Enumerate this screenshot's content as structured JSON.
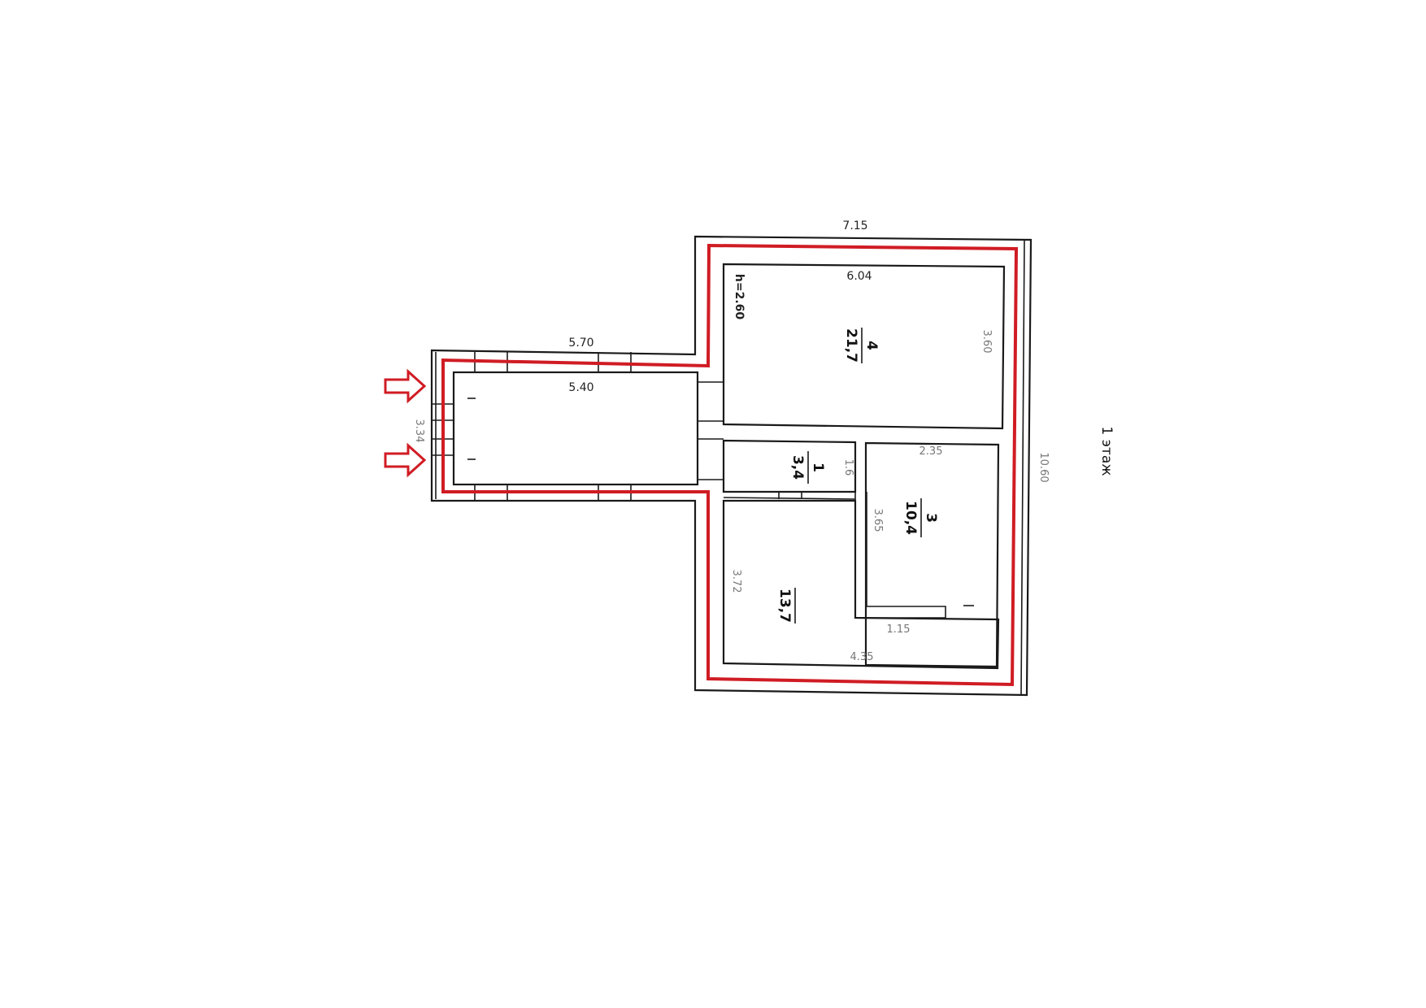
{
  "plan": {
    "floor_label": "1 этаж",
    "height_label": "h=2.60",
    "dims": {
      "top_outer": "7.15",
      "top_inner": "6.04",
      "corridor_outer": "5.70",
      "corridor_inner": "5.40",
      "corridor_side": "3.34",
      "room4_side": "3.60",
      "room3_top": "2.35",
      "room3_side": "3.65",
      "room1_side": "1.6",
      "room2_side": "3.72",
      "room2_bottom_inner": "1.15",
      "room2_bottom": "4.35",
      "right_outer": "10.60"
    },
    "rooms": [
      {
        "number": "4",
        "area": "21,7"
      },
      {
        "number": "1",
        "area": "3,4"
      },
      {
        "number": "3",
        "area": "10,4"
      },
      {
        "number": "",
        "area": "13,7"
      }
    ],
    "colors": {
      "outline": "#d01c24",
      "walls": "#1a1a1a"
    },
    "icons": [
      "entrance-arrow-icon",
      "entrance-arrow-icon"
    ]
  }
}
